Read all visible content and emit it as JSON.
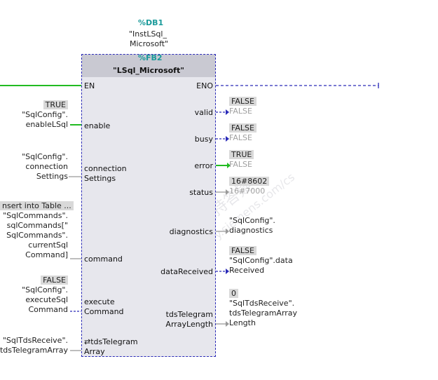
{
  "instance": {
    "db": "%DB1",
    "name_line1": "\"InstLSql_",
    "name_line2": "Microsoft\""
  },
  "block": {
    "fb": "%FB2",
    "title": "\"LSql_Microsoft\""
  },
  "pins_in": {
    "en": "EN",
    "enable": "enable",
    "connection_line1": "connection",
    "connection_line2": "Settings",
    "command": "command",
    "execute_line1": "execute",
    "execute_line2": "Command",
    "tds_line1": "⇄tdsTelegram",
    "tds_line2": "Array"
  },
  "pins_out": {
    "eno": "ENO",
    "valid": "valid",
    "busy": "busy",
    "error": "error",
    "status": "status",
    "diagnostics": "diagnostics",
    "data_received": "dataReceived",
    "tds_length_line1": "tdsTelegram",
    "tds_length_line2": "ArrayLength"
  },
  "inputs": {
    "enable_value": "TRUE",
    "enable_l1": "\"SqlConfig\".",
    "enable_l2": "enableLSql",
    "conn_l1": "\"SqlConfig\".",
    "conn_l2": "connection",
    "conn_l3": "Settings",
    "cmd_l1": "nsert into Table ...",
    "cmd_l2": "\"SqlCommands\".",
    "cmd_l3": "sqlCommands[\"",
    "cmd_l4": "SqlCommands\".",
    "cmd_l5": "currentSql",
    "cmd_l6": "Command]",
    "exec_value": "FALSE",
    "exec_l1": "\"SqlConfig\".",
    "exec_l2": "executeSql",
    "exec_l3": "Command",
    "tds_l1": "\"SqlTdsReceive\".",
    "tds_l2": "tdsTelegramArray"
  },
  "outputs": {
    "valid_value": "FALSE",
    "valid_faint": "FALSE",
    "busy_value": "FALSE",
    "busy_faint": "FALSE",
    "error_value": "TRUE",
    "error_faint": "FALSE",
    "status_value": "16#8602",
    "status_faint": "16#7000",
    "diag_l1": "\"SqlConfig\".",
    "diag_l2": "diagnostics",
    "dr_value": "FALSE",
    "dr_l1": "\"SqlConfig\".data",
    "dr_l2": "Received",
    "len_value": "0",
    "len_l1": "\"SqlTdsReceive\".",
    "len_l2": "tdsTelegramArray",
    "len_l3": "Length"
  },
  "watermark": {
    "line1": "西门子工业支持答疑",
    "line2": "support.industry.siemens.com/cs"
  },
  "colors": {
    "block_border": "#2b2bb8",
    "signal_true": "#22bb22",
    "wire_off": "#2b2bb8",
    "teal": "#1a9a9a"
  }
}
